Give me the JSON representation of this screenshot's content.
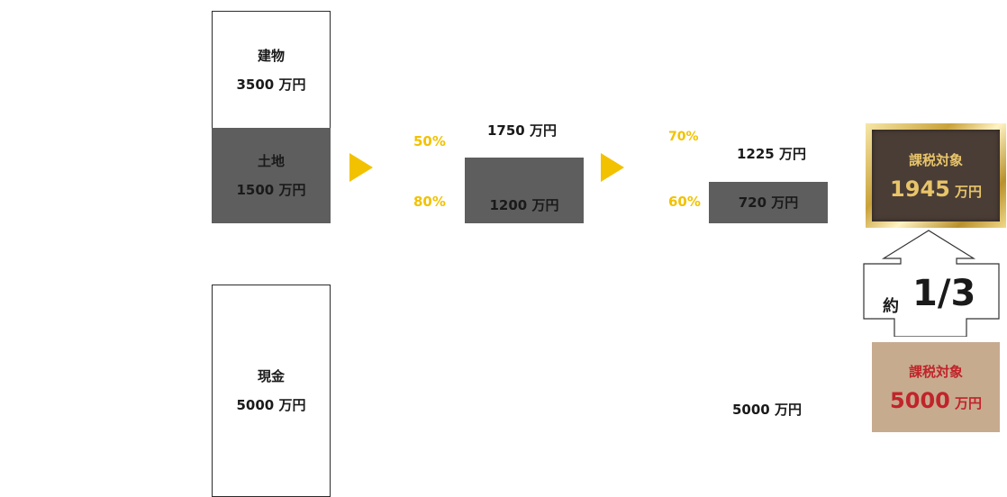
{
  "left_column": {
    "building": {
      "name": "建物",
      "amount": "3500 万円"
    },
    "land": {
      "name": "土地",
      "amount": "1500 万円"
    },
    "cash": {
      "name": "現金",
      "amount": "5000 万円"
    }
  },
  "step1": {
    "building_rate": "50%",
    "building_value": "1750 万円",
    "land_rate": "80%",
    "land_value": "1200 万円"
  },
  "step2": {
    "building_rate": "70%",
    "building_value": "1225 万円",
    "land_rate": "60%",
    "land_value": "720 万円",
    "cash_value": "5000 万円"
  },
  "result": {
    "real_estate_tax": {
      "title": "課税対象",
      "amount": "1945",
      "unit": "万円"
    },
    "ratio_prefix": "約",
    "ratio": "1/3",
    "cash_tax": {
      "title": "課税対象",
      "amount": "5000",
      "unit": "万円"
    }
  },
  "colors": {
    "accent_yellow": "#f2c200",
    "gray_box": "#5e5e5e",
    "dark_brown": "#4a3d36",
    "gold": "#e8c46a",
    "tan": "#c7ab8f",
    "red": "#c0242a"
  }
}
